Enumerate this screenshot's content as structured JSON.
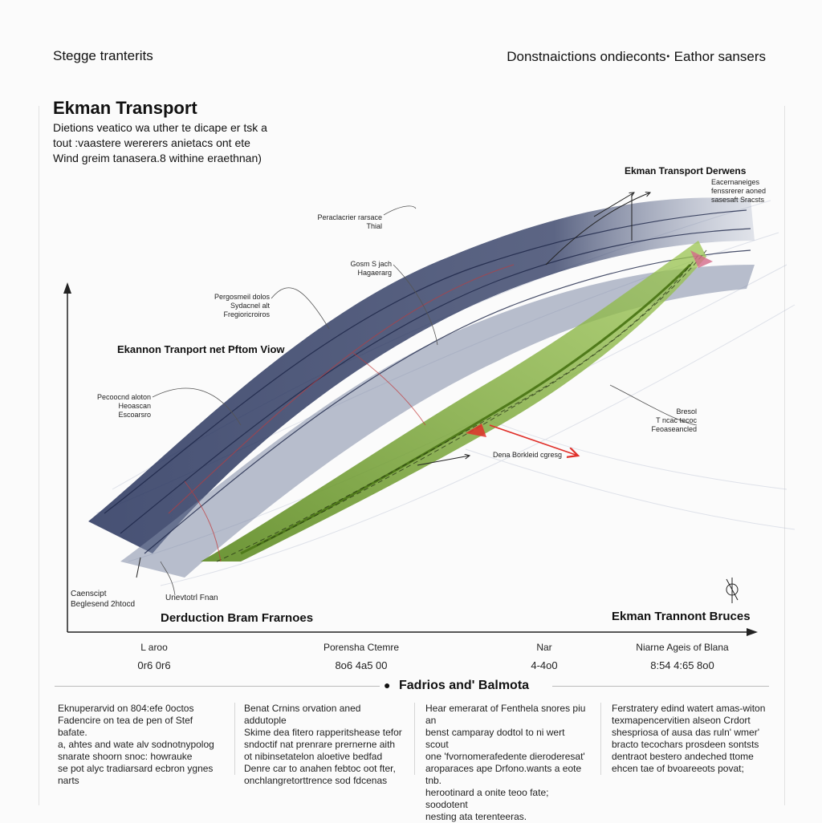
{
  "header": {
    "left": "Stegge tranterits",
    "right": "Donstnaictions ondiecontsꞏ Eathor sansers"
  },
  "title": "Ekman Transport",
  "description": [
    "Dietions veatico wa uther te dicape er tsk a",
    "tout :vaastere wererers anietacs ont ete",
    "Wind greim tanasera.8 withine eraethnan)"
  ],
  "diagram": {
    "annotations": {
      "pattern_top": "Ekman Transport Derwens",
      "top_right_note": [
        "Eacernaneiges",
        "fenssrerer aoned",
        "sasesaft Sracsts"
      ],
      "note_a": [
        "Peraclacrier rarsace",
        "Thial"
      ],
      "note_b": [
        "Gosm S jach",
        "Hagaerarg"
      ],
      "note_c": [
        "Pergosmeil dolos",
        "Sydacnel alt",
        "Fregioricroiros"
      ],
      "note_d": [
        "Pecoocnd aloton",
        "Heoascan",
        "Escoarsro"
      ],
      "note_e": [
        "Bresol",
        "T ncac tecoc",
        "Feoaseancled"
      ],
      "note_f": "Dena Borkleid cgresg",
      "note_g": [
        "Caenscipt",
        "Beglesend 2htocd"
      ],
      "note_h": "Unevtotrl Fnan",
      "mid_title": "Ekannon Tranport net Pftom Viow",
      "bottom_left_label": "Derduction Bram Frarnoes",
      "bottom_right_label": "Ekman Trannont Bruces"
    },
    "x_axis_ticks": [
      {
        "label": "L aroo",
        "value": "0r6 0r6"
      },
      {
        "label": "Porensha Ctemre",
        "value": "8o6 4a5 00"
      },
      {
        "label": "Nar",
        "value": "4-4o0"
      },
      {
        "label": "Niarne Ageis of Blana",
        "value": "8:54 4:65 8o0"
      }
    ],
    "colors": {
      "navy": "#27335c",
      "slate": "#7f8aa6",
      "green": "#7aa83a",
      "red": "#e0302a",
      "gray": "#9aa3b5"
    }
  },
  "section": {
    "title": "Fadrios and' Balmota"
  },
  "columns": [
    {
      "lines": [
        "Eknuperarvid on 804:efe 0octos",
        "Fadencire on tea de pen of Stef bafate.",
        "a, ahtes and wate alv sodnotnypolog",
        "snarate shoorn snoc: howrauke",
        "se pot alyc tradiarsard ecbron ygnes",
        "narts"
      ]
    },
    {
      "lines": [
        "Benat Crnins orvation aned addutople",
        "Skime dea fitero rapperitshease tefor",
        "sndoctif nat prenrare prernerne aith",
        "ot nibinsetatelon aloetive bedfad",
        "Denre car to anahen febtoc oot fter,",
        "onchlangretorttrence sod fdcenas"
      ]
    },
    {
      "lines": [
        "Hear emerarat of Fenthela snores piu an",
        "benst camparay dodtol to ni wert scout",
        "one 'fvornomerafedente dieroderesat'",
        "aroparaces ape Drfono.wants a eote tnb.",
        "herootinard a onite teoo fate; soodotent",
        "nesting ata terenteeras."
      ]
    },
    {
      "lines": [
        "Ferstratery edind watert amas-witon",
        "texmapencervitien alseon Crdort",
        "shespriosa of ausa das ruln' wmer'",
        "bracto tecochars prosdeen sontsts",
        "dentraot bestero andeched ttome",
        "ehcen tae of bvoareeots povat;"
      ]
    }
  ]
}
